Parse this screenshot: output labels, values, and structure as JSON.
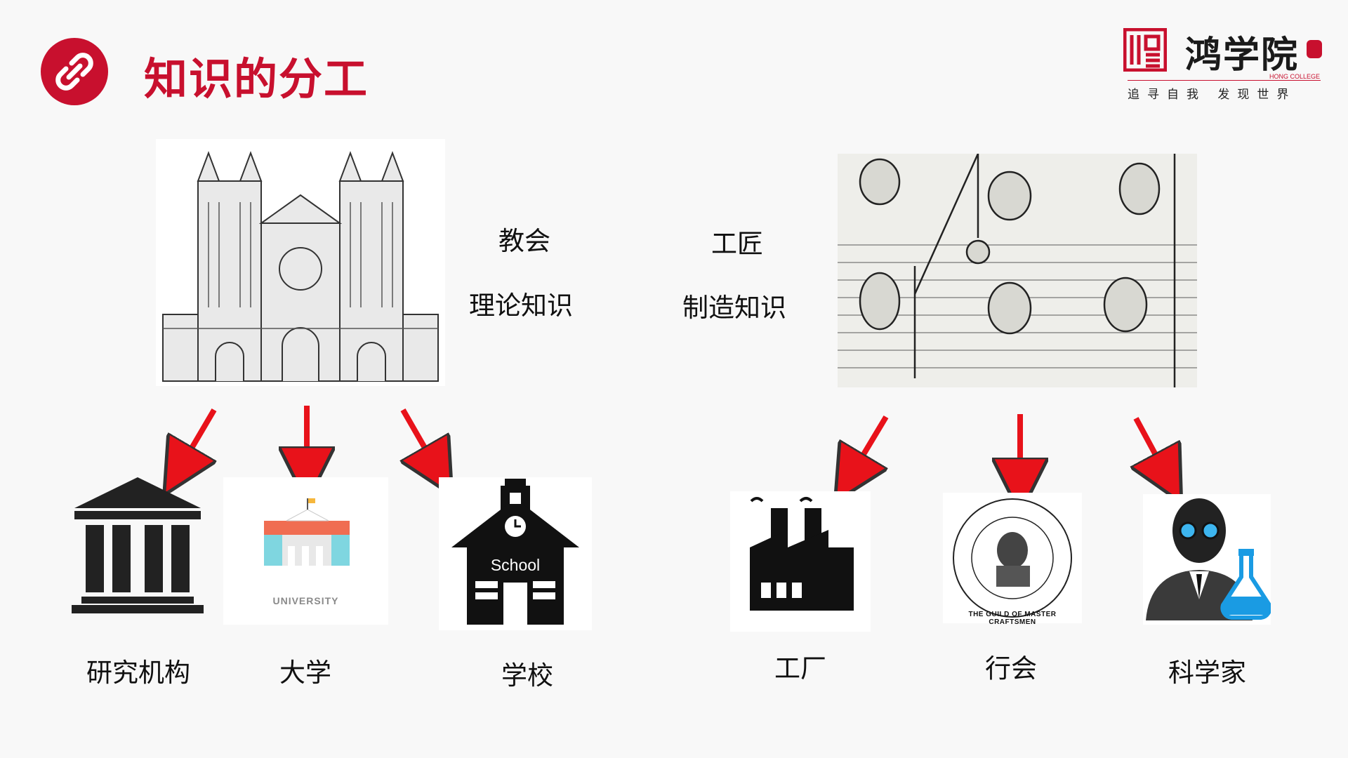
{
  "header": {
    "title": "知识的分工",
    "title_icon": "link-icon"
  },
  "logo": {
    "name": "鸿学院",
    "english": "HONG COLLEGE",
    "slogan": "追寻自我 发现世界"
  },
  "left": {
    "source_image": "cathedral-illustration",
    "heading": "教会",
    "subheading": "理论知识",
    "children": [
      {
        "label": "研究机构",
        "icon": "institution-icon"
      },
      {
        "label": "大学",
        "icon": "university-icon",
        "icon_text": "UNIVERSITY"
      },
      {
        "label": "学校",
        "icon": "school-icon",
        "icon_text": "School"
      }
    ]
  },
  "right": {
    "source_image": "medieval-craftsmen-illustration",
    "heading": "工匠",
    "subheading": "制造知识",
    "children": [
      {
        "label": "工厂",
        "icon": "factory-icon"
      },
      {
        "label": "行会",
        "icon": "guild-seal-icon",
        "icon_text": "THE GUILD OF MASTER CRAFTSMEN"
      },
      {
        "label": "科学家",
        "icon": "scientist-icon"
      }
    ]
  },
  "colors": {
    "accent": "#c8102e",
    "arrow": "#e8121a"
  }
}
